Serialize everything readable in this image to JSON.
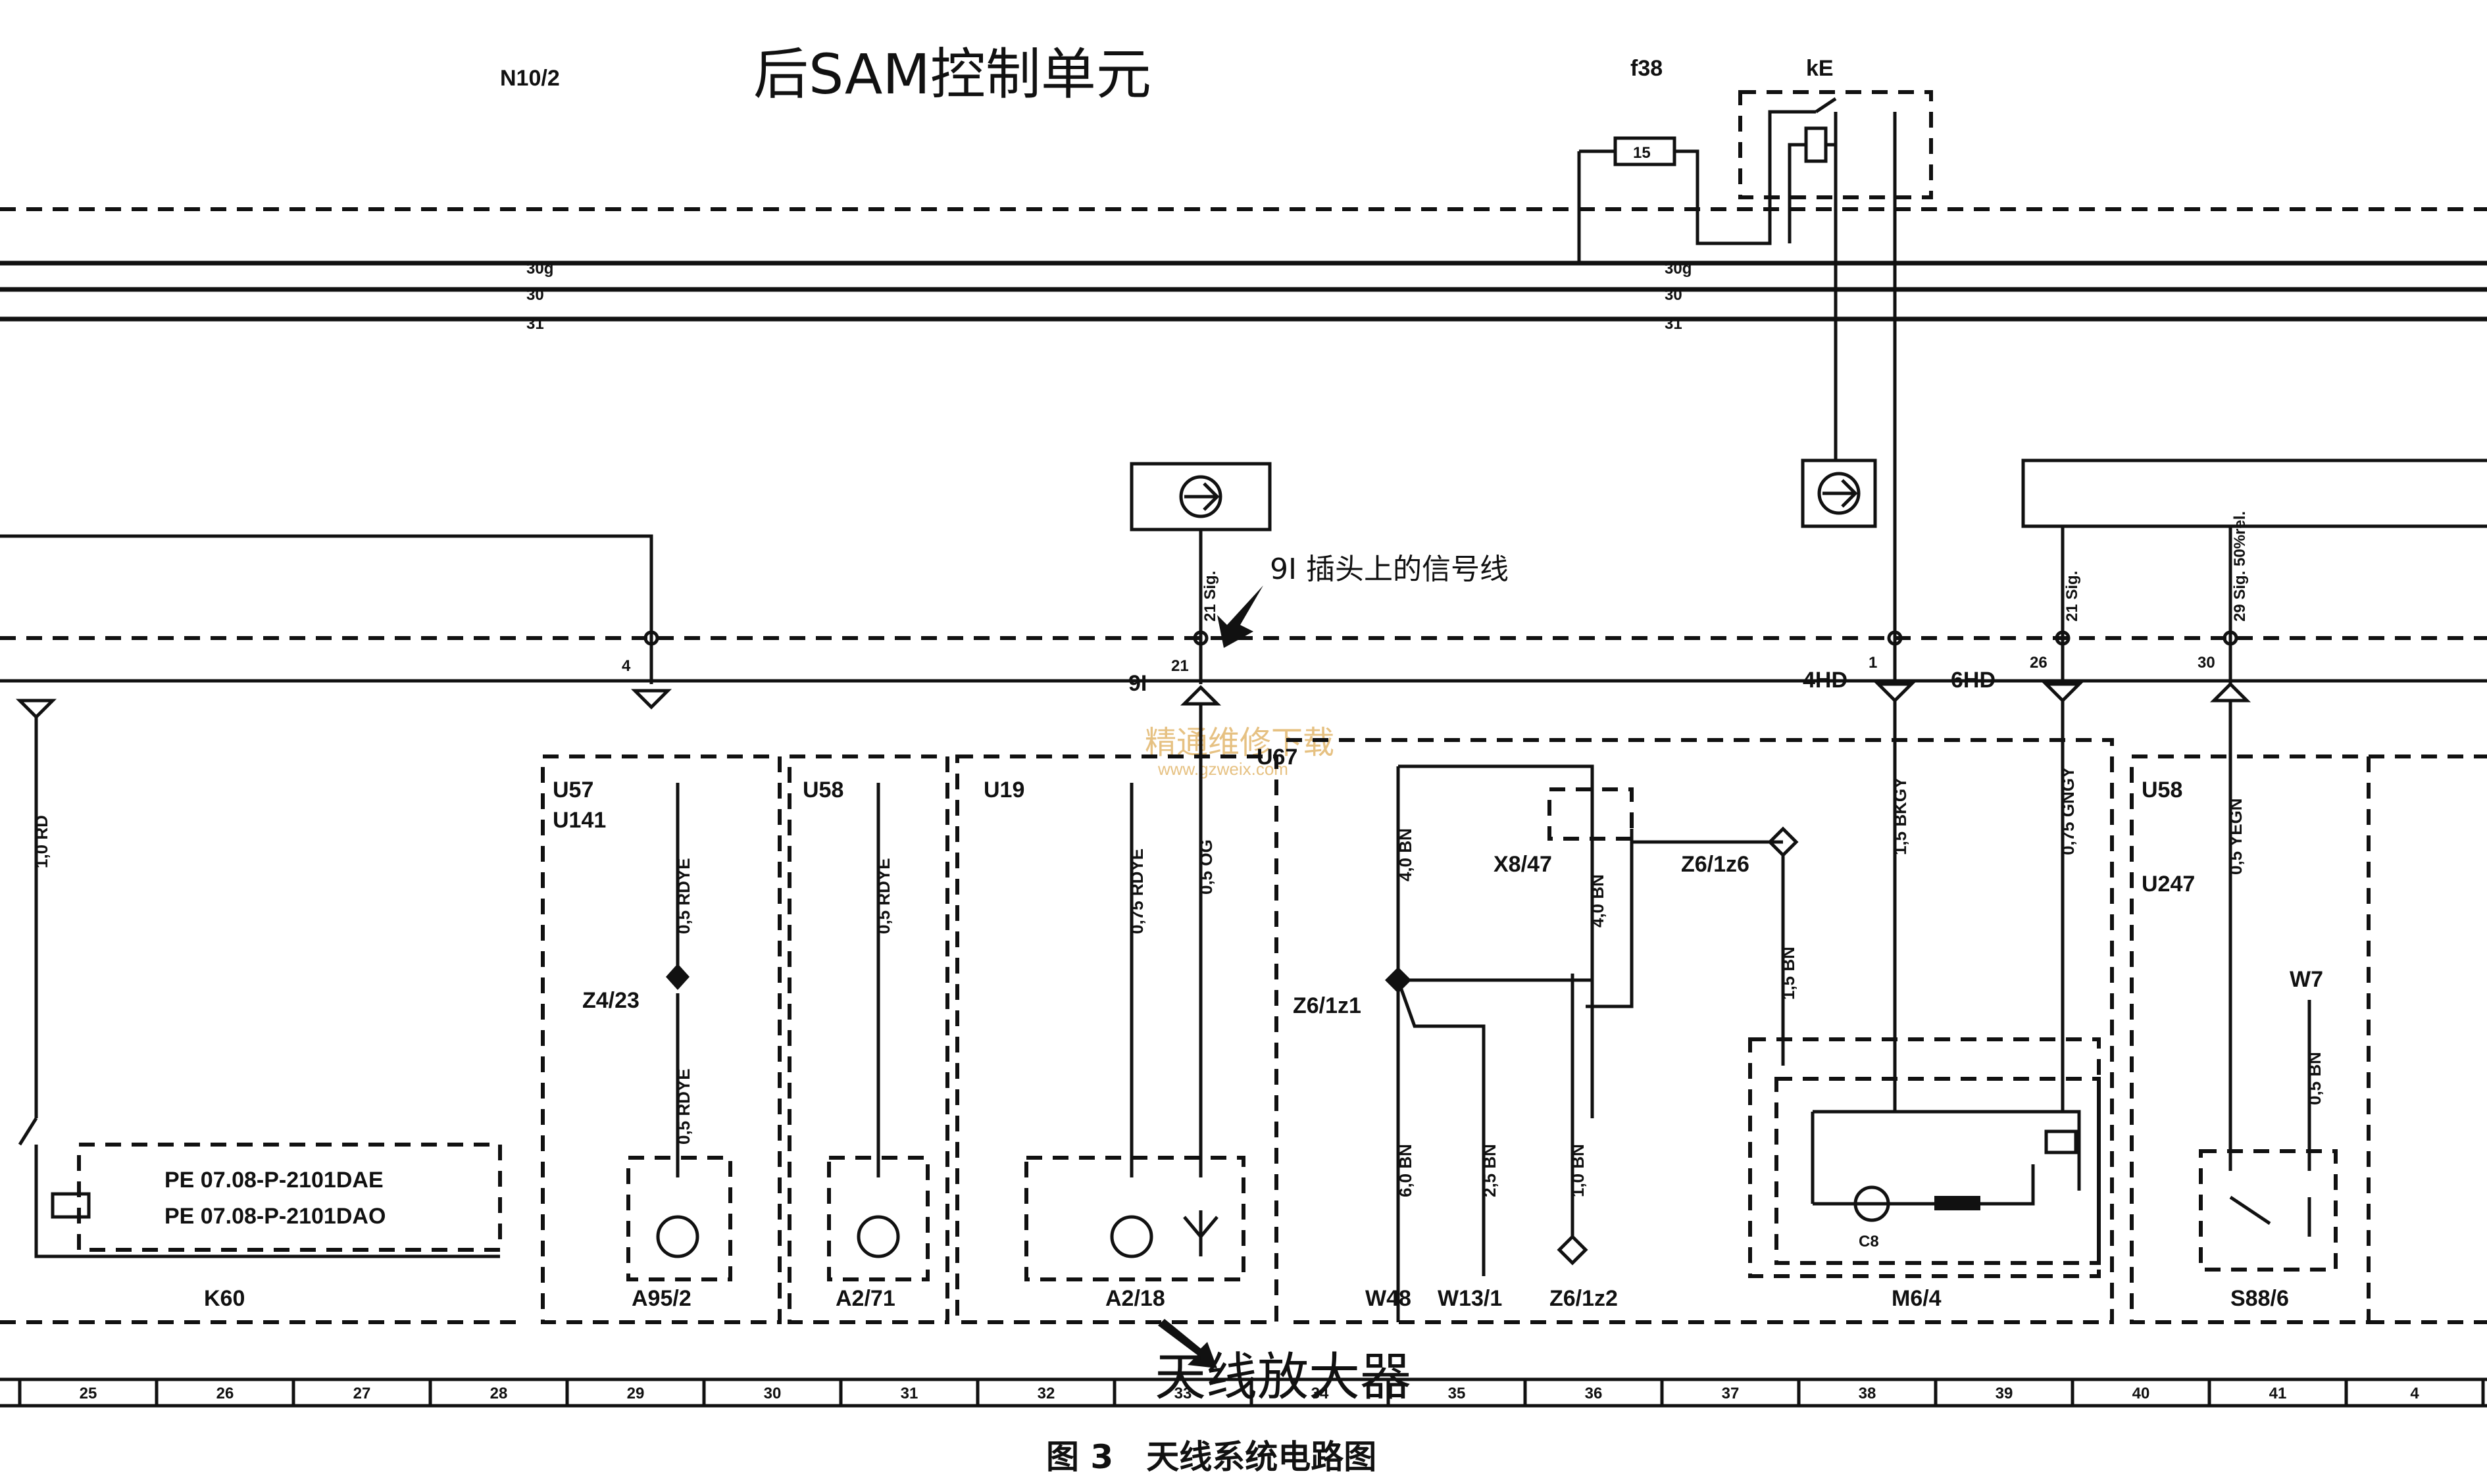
{
  "header": {
    "sam_code": "N10/2",
    "sam_title": "后SAM控制单元",
    "fuse_code": "f38",
    "fuse_value": "15",
    "relay_code": "kE"
  },
  "bus_lines": [
    "30g",
    "30",
    "31"
  ],
  "callouts": {
    "signal_wire": "9I 插头上的信号线",
    "amp": "天线放大器",
    "caption": "图 3　天线系统电路图",
    "watermark": "精通维修下载",
    "watermark_url": "www.gzweix.com"
  },
  "connectors": [
    "4",
    "9I",
    "21",
    "4HD",
    "6HD",
    "30",
    "1",
    "26"
  ],
  "groups": {
    "u57": "U57",
    "u141": "U141",
    "u58": "U58",
    "u19": "U19",
    "u67": "U67",
    "u58b": "U58",
    "u247": "U247"
  },
  "wires": {
    "k60_wire": "1,0 RD",
    "a95_wire_top": "0,5 RDYE",
    "a95_wire_bot": "0,5 RDYE",
    "a271_wire": "0,5 RDYE",
    "a218_wire1": "0,75 RDYE",
    "a218_wire2": "0,5 OG",
    "bn40a": "4,0 BN",
    "bn40b": "4,0 BN",
    "bn60": "6,0 BN",
    "bn25": "2,5 BN",
    "bn10": "1,0 BN",
    "m64_bn": "1,5 BN",
    "m64_bkgy": "1,5 BKGY",
    "m64_gngy": "0,75 GNGY",
    "yegn": "0,5 YEGN",
    "w7_bn": "0,5 BN",
    "top_sig1": "21 Sig.",
    "top_sig2": "21 Sig.",
    "top_sig3": "29 Sig. 50%rel."
  },
  "points": {
    "z423": "Z4/23",
    "x847": "X8/47",
    "z61z6": "Z6/1z6",
    "z61z1": "Z6/1z1",
    "z61z2": "Z6/1z2",
    "w7": "W7"
  },
  "components": {
    "k60": "K60",
    "pe1": "PE 07.08-P-2101DAE",
    "pe2": "PE 07.08-P-2101DAO",
    "a952": "A95/2",
    "a271": "A2/71",
    "a218": "A2/18",
    "w48": "W48",
    "w131": "W13/1",
    "m64": "M6/4",
    "m64_motor": "C8",
    "s886": "S88/6"
  },
  "grid_numbers": [
    "25",
    "26",
    "27",
    "28",
    "29",
    "30",
    "31",
    "32",
    "33",
    "34",
    "35",
    "36",
    "37",
    "38",
    "39",
    "40",
    "41",
    "4"
  ]
}
